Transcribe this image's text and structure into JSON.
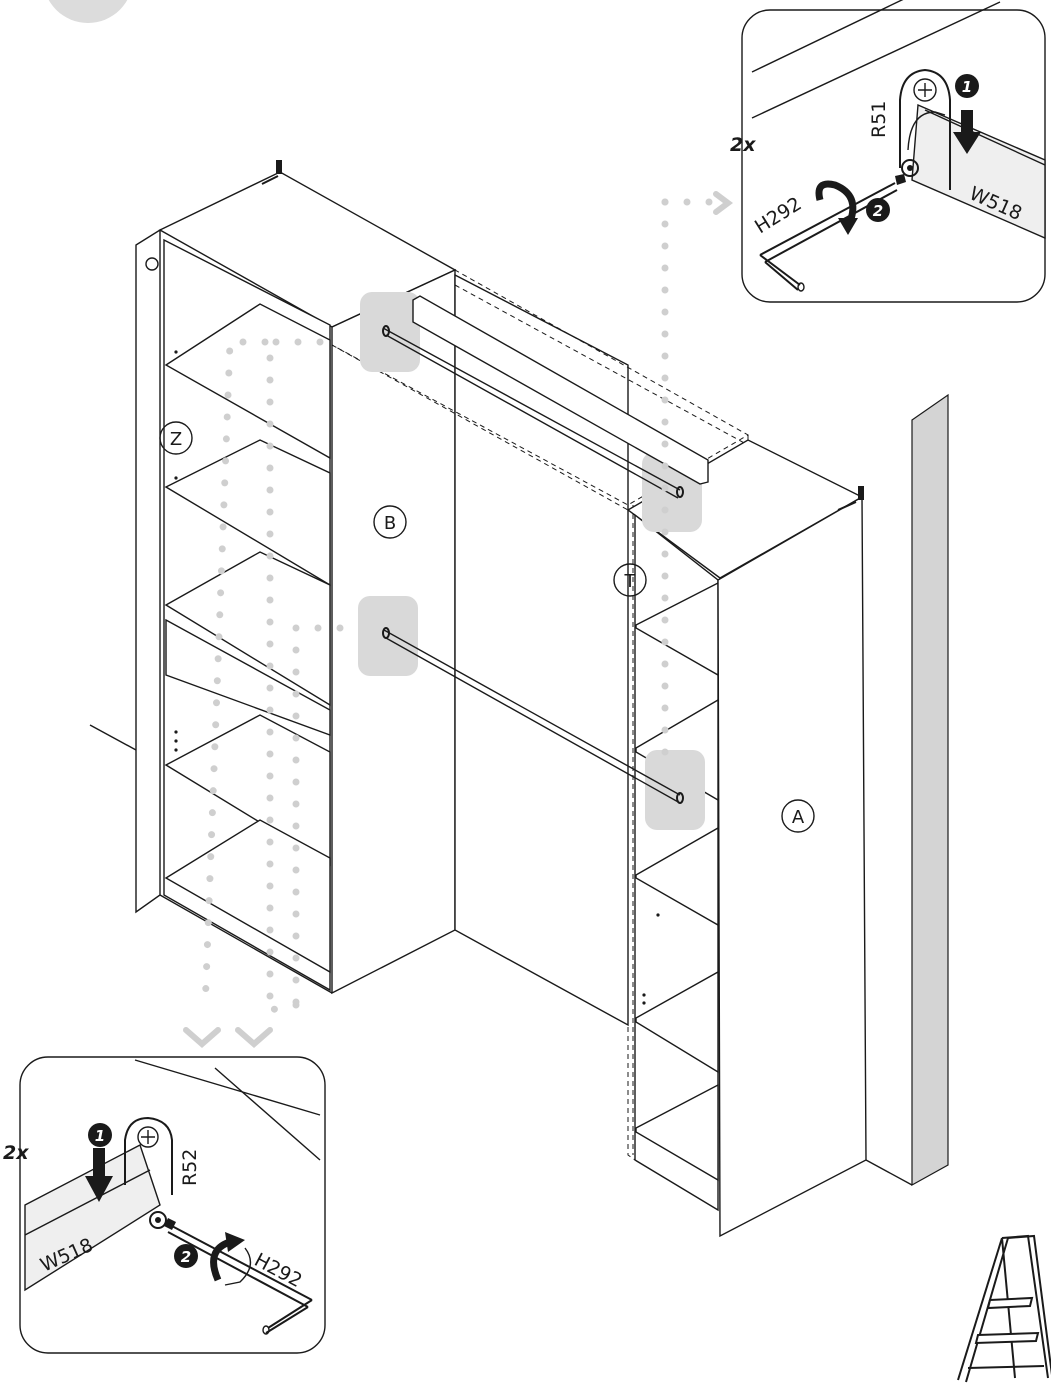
{
  "parts": {
    "panel_z": "Z",
    "panel_b": "B",
    "panel_t": "T",
    "panel_a": "A"
  },
  "detail_top": {
    "quantity": "2x",
    "bracket": "R51",
    "rail": "W518",
    "tool": "H292",
    "step_1": "1",
    "step_2": "2"
  },
  "detail_bottom": {
    "quantity": "2x",
    "bracket": "R52",
    "rail": "W518",
    "tool": "H292",
    "step_1": "1",
    "step_2": "2"
  },
  "colors": {
    "line": "#1a1a1a",
    "highlight": "#d9d9d9",
    "wall": "#d4d4d4",
    "rail_fill": "#efefef"
  },
  "icons": {
    "step_badge": "step-number-badge",
    "stepladder": "stepladder-icon",
    "rotate_arrow": "rotate-arrow-icon",
    "down_arrow": "down-arrow-icon"
  }
}
